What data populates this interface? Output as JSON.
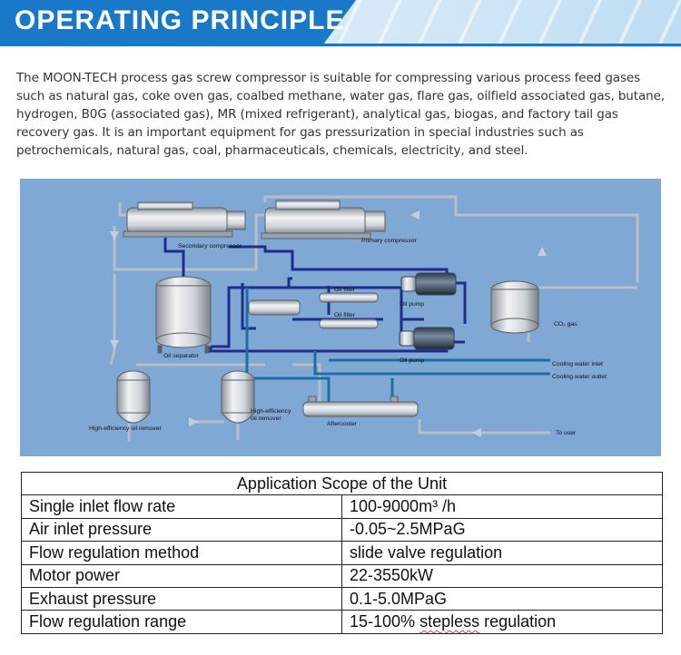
{
  "header": {
    "title": "OPERATING PRINCIPLE"
  },
  "intro": "The MOON-TECH process gas screw compressor is suitable for compressing various process feed gases such as natural gas, coke oven gas, coalbed methane, water gas, flare gas, oilfield associated gas, butane, hydrogen, B0G (associated gas), MR (mixed refrigerant), analytical gas, biogas, and factory tail gas recovery gas. It is an important equipment for gas pressurization in special industries such as petrochemicals, natural gas, coal, pharmaceuticals, chemicals, electricity, and steel.",
  "diagram": {
    "labels": {
      "secondary_compressor": "Secondary compressor",
      "primary_compressor": "Primary compressor",
      "oil_filter_1": "Oil filter",
      "oil_filter_2": "Oil filter",
      "oil_pump_1": "Oil pump",
      "oil_pump_2": "Oil pump",
      "oil_separator": "Oil separator",
      "co2_gas": "CO₂ gas",
      "cooling_water_inlet": "Cooling water inlet",
      "cooling_water_outlet": "Cooling water outlet",
      "high_efficiency_oil_remover_1": "High-efficiency oil remover",
      "high_efficiency_oil_remover_2_line1": "High-efficiency",
      "high_efficiency_oil_remover_2_line2": "oil remover",
      "aftercooler": "Aftercooler",
      "to_user": "To user"
    },
    "colors": {
      "background": "#7fa8d4",
      "gas_line": "#b7bfc8",
      "oil_line": "#1e2d8c",
      "water_line": "#1d6fa3"
    }
  },
  "table": {
    "title": "Application Scope of the Unit",
    "rows": [
      {
        "param": "Single inlet flow rate",
        "value": "100-9000m³ /h"
      },
      {
        "param": "Air inlet pressure",
        "value": "-0.05~2.5MPaG"
      },
      {
        "param": "Flow regulation method",
        "value": "slide valve regulation"
      },
      {
        "param": "Motor power",
        "value": "22-3550kW"
      },
      {
        "param": "Exhaust pressure",
        "value": "0.1-5.0MPaG"
      },
      {
        "param": "Flow regulation range",
        "value_prefix": "15-100% ",
        "value_underlined": "stepless",
        "value_suffix": " regulation"
      }
    ]
  }
}
